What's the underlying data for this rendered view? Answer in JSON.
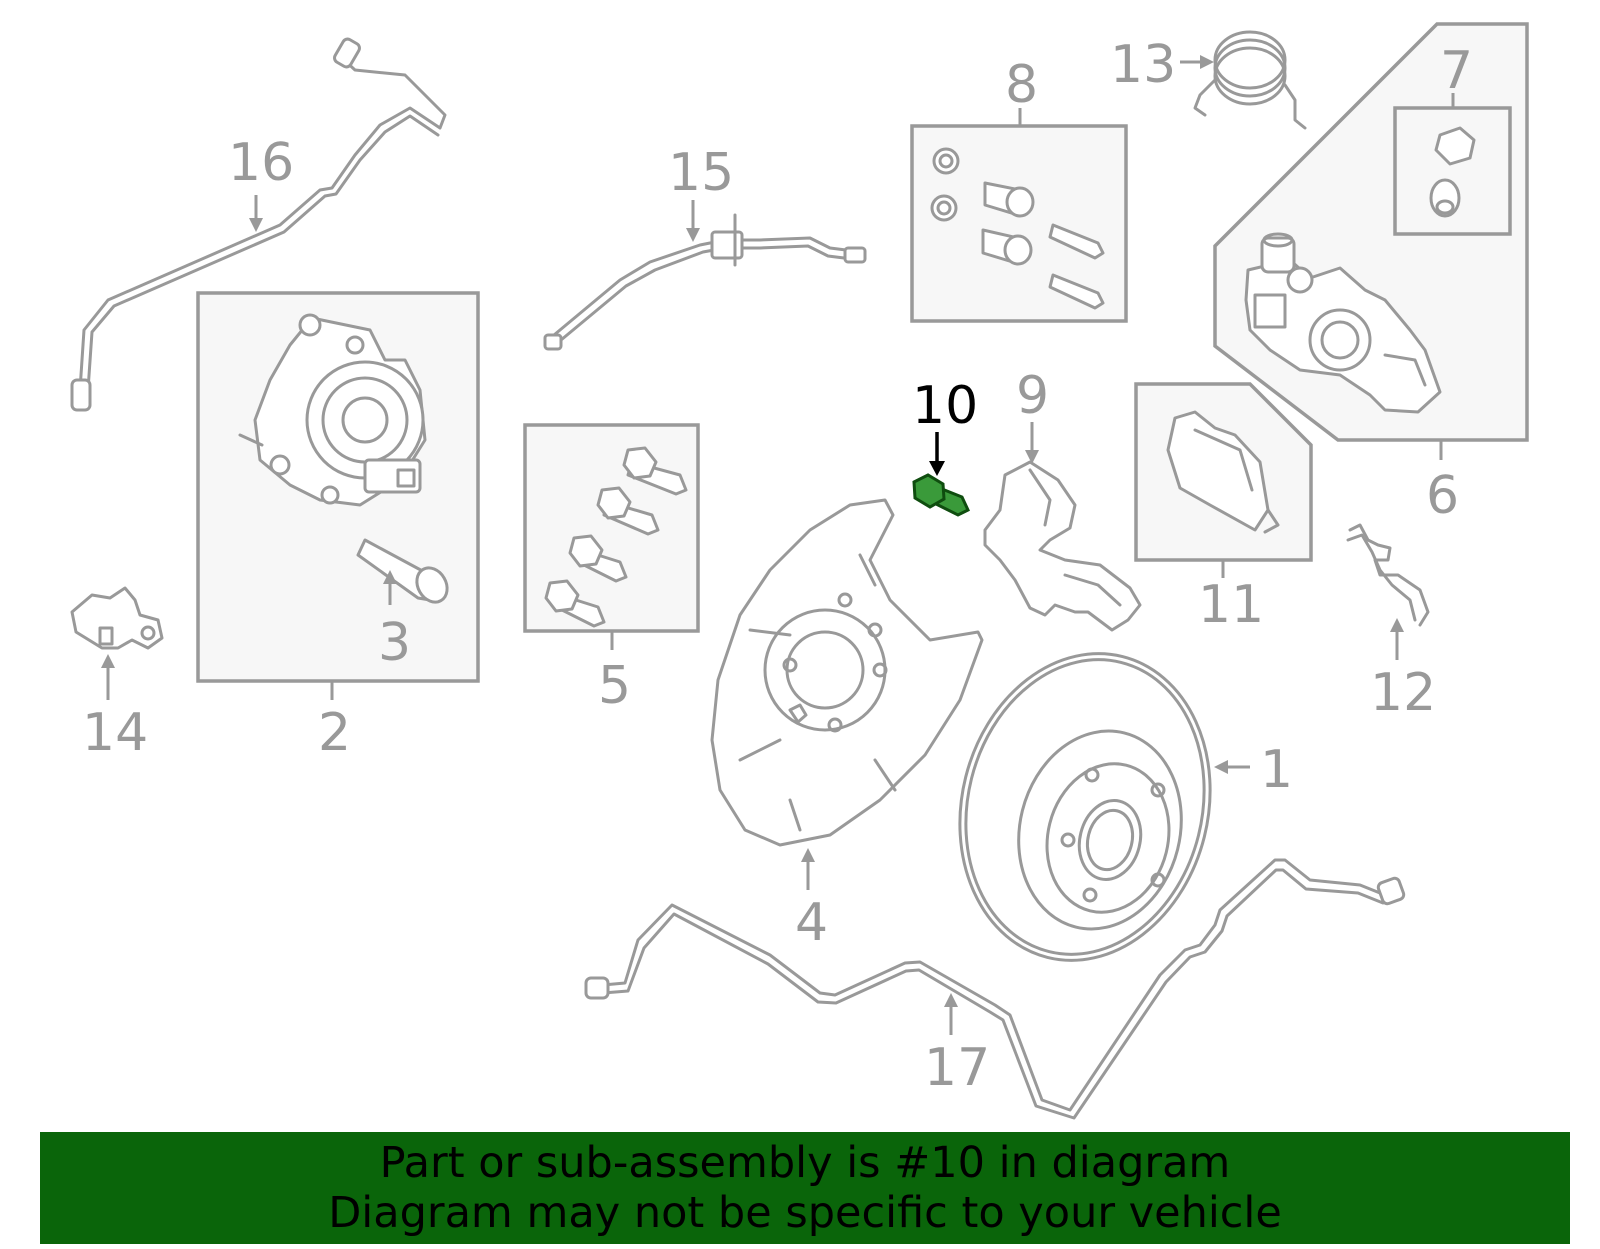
{
  "diagram": {
    "highlight_color": "#3a9a3a",
    "part_color": "#999999",
    "callouts": {
      "c1": "1",
      "c2": "2",
      "c3": "3",
      "c4": "4",
      "c5": "5",
      "c6": "6",
      "c7": "7",
      "c8": "8",
      "c9": "9",
      "c10": "10",
      "c11": "11",
      "c12": "12",
      "c13": "13",
      "c14": "14",
      "c15": "15",
      "c16": "16",
      "c17": "17"
    }
  },
  "banner": {
    "background": "#0a650a",
    "line1": "Part or sub-assembly is #10 in diagram",
    "line2": "Diagram may not be specific to your vehicle"
  }
}
